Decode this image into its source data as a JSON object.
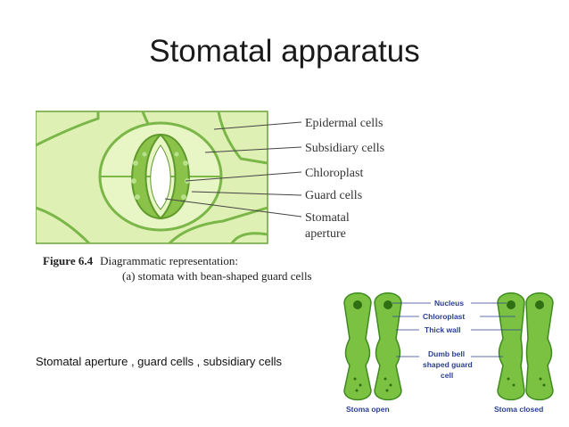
{
  "title": "Stomatal apparatus",
  "figure1": {
    "labels": {
      "epidermal": "Epidermal cells",
      "subsidiary": "Subsidiary cells",
      "chloroplast": "Chloroplast",
      "guard": "Guard cells",
      "stomatal_line1": "Stomatal",
      "stomatal_line2": "aperture"
    },
    "caption_number": "Figure 6.4",
    "caption_line1": "Diagrammatic representation:",
    "caption_line2": "(a) stomata with bean-shaped guard cells"
  },
  "slide_caption": "Stomatal aperture , guard cells , subsidiary cells",
  "figure2": {
    "labels": {
      "nucleus": "Nucleus",
      "chloroplast": "Chloroplast",
      "thick_wall": "Thick wall",
      "dumbbell_line1": "Dumb bell",
      "dumbbell_line2": "shaped guard",
      "dumbbell_line3": "cell",
      "stoma_open": "Stoma open",
      "stoma_closed": "Stoma closed"
    }
  },
  "colors": {
    "cell_fill": "#dff0b4",
    "cell_border": "#7ab648",
    "guard_fill": "#8bc34a",
    "label_blue": "#2a3f8f"
  }
}
